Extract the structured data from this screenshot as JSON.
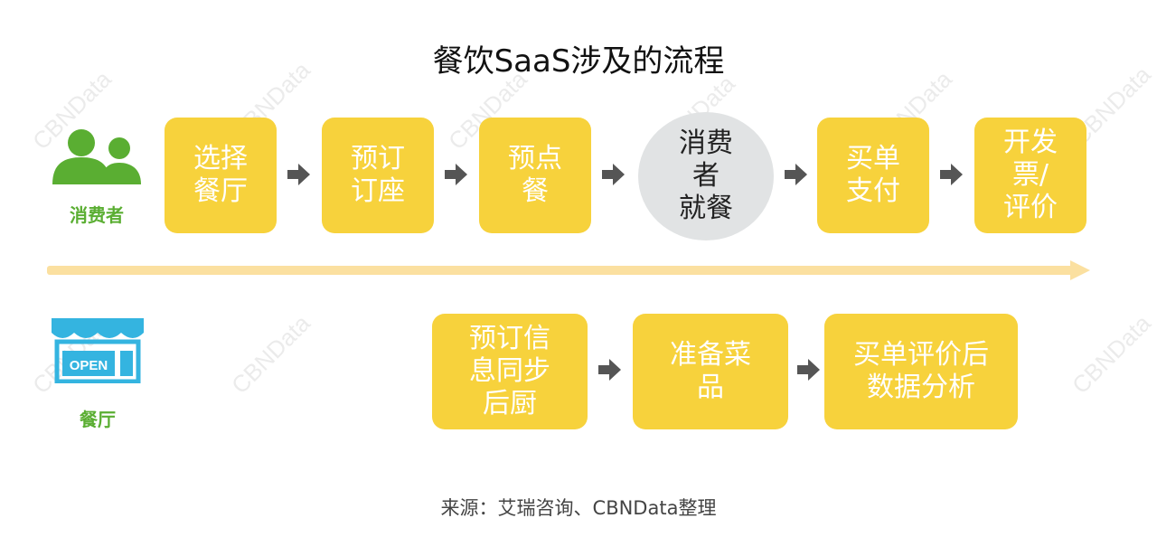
{
  "title": "餐饮SaaS涉及的流程",
  "watermark_text": "CBNData",
  "consumer": {
    "label": "消费者",
    "icon": "people-icon",
    "color": "#5aae32",
    "steps": [
      {
        "lines": [
          "选择",
          "餐厅"
        ]
      },
      {
        "lines": [
          "预订",
          "订座"
        ]
      },
      {
        "lines": [
          "预点",
          "餐"
        ]
      },
      {
        "lines": [
          "消费",
          "者",
          "就餐"
        ]
      },
      {
        "lines": [
          "买单",
          "支付"
        ]
      },
      {
        "lines": [
          "开发",
          "票/",
          "评价"
        ]
      }
    ]
  },
  "restaurant": {
    "label": "餐厅",
    "icon": "open-store-icon",
    "sign_text": "OPEN",
    "color": "#34b4e0",
    "steps": [
      {
        "lines": [
          "预订信",
          "息同步",
          "后厨"
        ]
      },
      {
        "lines": [
          "准备菜",
          "品"
        ]
      },
      {
        "lines": [
          "买单评价后",
          "数据分析"
        ]
      }
    ]
  },
  "colors": {
    "box": "#f7d23c",
    "highlight_circle": "#e1e3e4",
    "arrow": "#555555",
    "timeline": "#fbe0a0"
  },
  "source": "来源：艾瑞咨询、CBNData整理"
}
